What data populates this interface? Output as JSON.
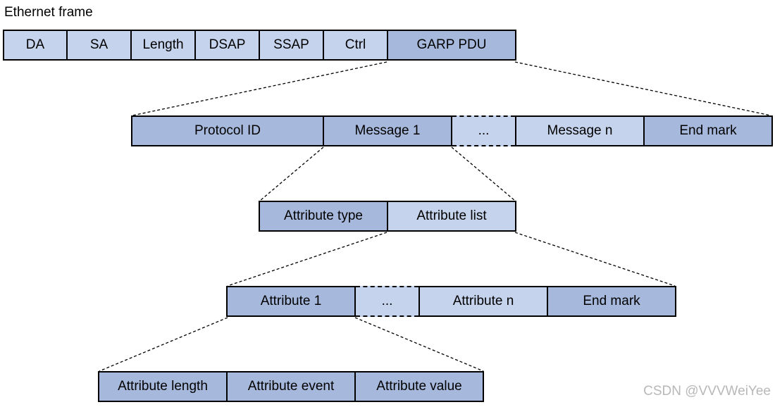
{
  "title": "Ethernet frame",
  "colors": {
    "dark": "#a6b9dc",
    "light": "#c5d3ec"
  },
  "ethernet_frame": [
    "DA",
    "SA",
    "Length",
    "DSAP",
    "SSAP",
    "Ctrl",
    "GARP PDU"
  ],
  "garp_pdu": [
    "Protocol ID",
    "Message 1",
    "...",
    "Message n",
    "End mark"
  ],
  "message": [
    "Attribute type",
    "Attribute list"
  ],
  "attribute_list": [
    "Attribute 1",
    "...",
    "Attribute n",
    "End mark"
  ],
  "attribute": [
    "Attribute length",
    "Attribute event",
    "Attribute value"
  ],
  "watermark": "CSDN @VVVWeiYee"
}
